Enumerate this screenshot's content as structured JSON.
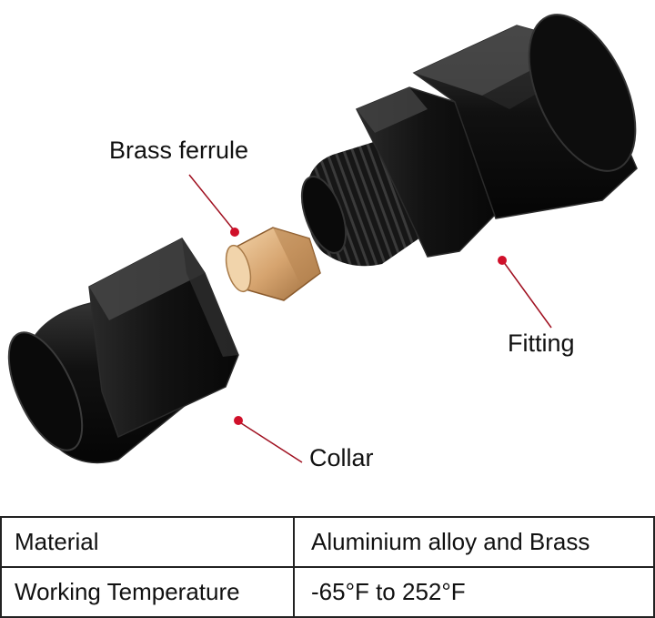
{
  "labels": {
    "brass_ferrule": "Brass ferrule",
    "fitting": "Fitting",
    "collar": "Collar"
  },
  "spec_table": {
    "rows": [
      {
        "property": "Material",
        "value": "Aluminium alloy and Brass"
      },
      {
        "property": "Working Temperature",
        "value": "-65°F to 252°F"
      }
    ]
  },
  "colors": {
    "metal": "#141414",
    "brass": "#d9a671",
    "marker": "#d0102a",
    "leader": "#a01020"
  }
}
